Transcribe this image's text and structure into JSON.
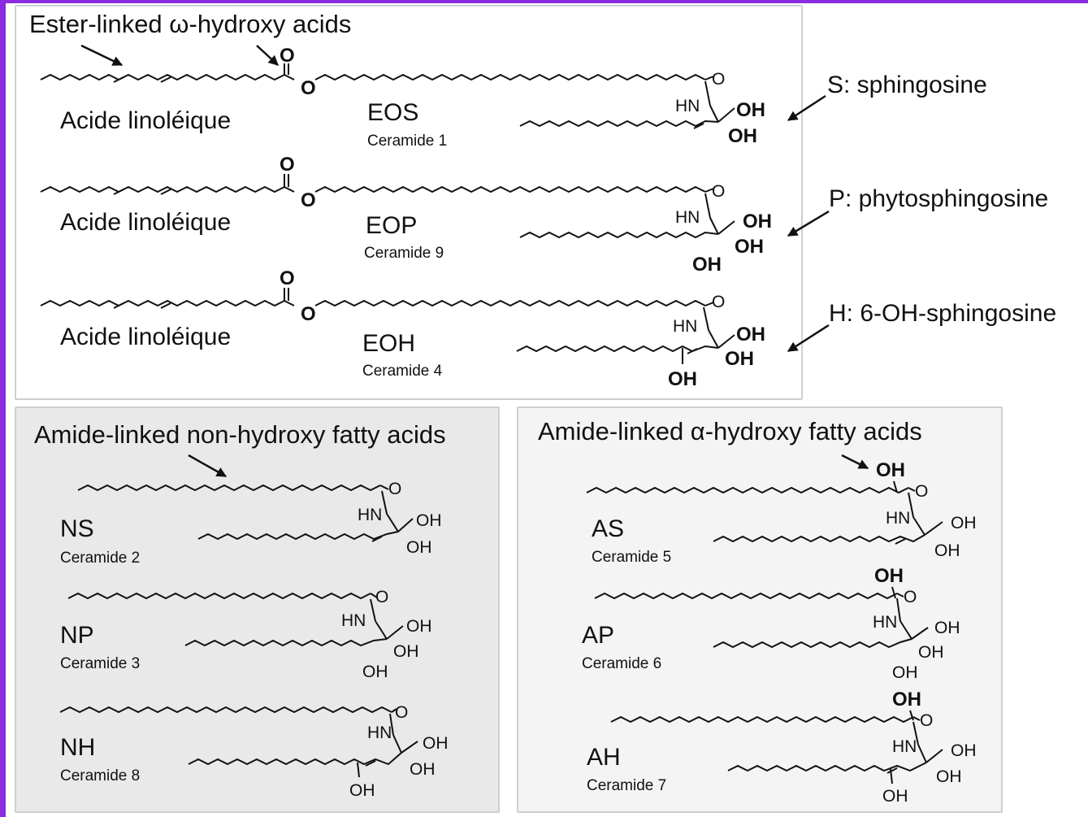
{
  "ester_panel": {
    "heading": "Ester-linked ω-hydroxy acids",
    "rows": [
      {
        "fatty_acid_label": "Acide linoléique",
        "code": "EOS",
        "ceramide": "Ceramide 1",
        "base_label": "S: sphingosine"
      },
      {
        "fatty_acid_label": "Acide linoléique",
        "code": "EOP",
        "ceramide": "Ceramide 9",
        "base_label": "P: phytosphingosine"
      },
      {
        "fatty_acid_label": "Acide linoléique",
        "code": "EOH",
        "ceramide": "Ceramide 4",
        "base_label": "H: 6-OH-sphingosine"
      }
    ]
  },
  "nonhydroxy_panel": {
    "heading": "Amide-linked non-hydroxy fatty acids",
    "rows": [
      {
        "code": "NS",
        "ceramide": "Ceramide 2"
      },
      {
        "code": "NP",
        "ceramide": "Ceramide 3"
      },
      {
        "code": "NH",
        "ceramide": "Ceramide 8"
      }
    ]
  },
  "alpha_panel": {
    "heading": "Amide-linked α-hydroxy fatty acids",
    "rows": [
      {
        "code": "AS",
        "ceramide": "Ceramide 5"
      },
      {
        "code": "AP",
        "ceramide": "Ceramide 6"
      },
      {
        "code": "AH",
        "ceramide": "Ceramide 7"
      }
    ]
  },
  "atoms": {
    "oxygen": "O",
    "amine": "HN",
    "hydroxyl": "OH"
  }
}
